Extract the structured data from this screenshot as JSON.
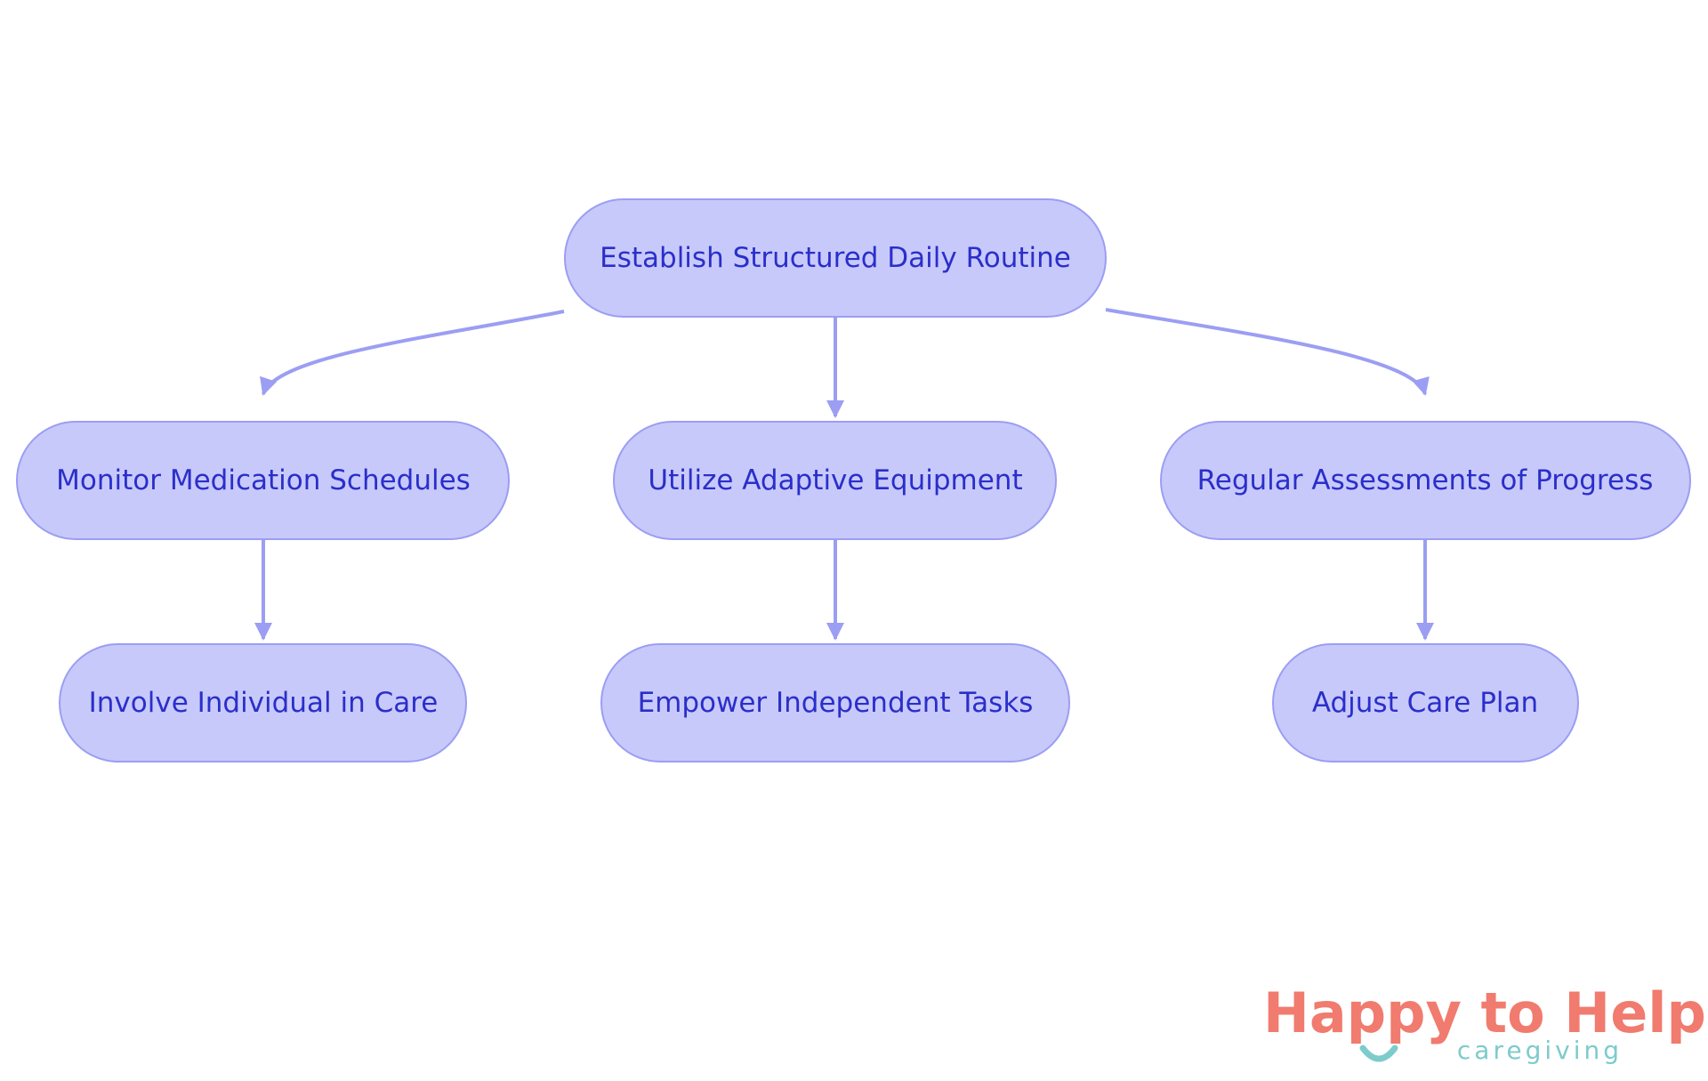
{
  "diagram": {
    "type": "flowchart",
    "colors": {
      "node_fill": "#c8c9fb",
      "node_border": "#9b9ef2",
      "node_text": "#2a2fc9",
      "edge": "#9b9ef2"
    },
    "nodes": [
      {
        "id": "root",
        "label": "Establish Structured Daily Routine"
      },
      {
        "id": "medication",
        "label": "Monitor Medication Schedules"
      },
      {
        "id": "equipment",
        "label": "Utilize Adaptive Equipment"
      },
      {
        "id": "assessments",
        "label": "Regular Assessments of Progress"
      },
      {
        "id": "involve",
        "label": "Involve Individual in Care"
      },
      {
        "id": "empower",
        "label": "Empower Independent Tasks"
      },
      {
        "id": "adjust",
        "label": "Adjust Care Plan"
      }
    ],
    "edges": [
      {
        "from": "root",
        "to": "medication"
      },
      {
        "from": "root",
        "to": "equipment"
      },
      {
        "from": "root",
        "to": "assessments"
      },
      {
        "from": "medication",
        "to": "involve"
      },
      {
        "from": "equipment",
        "to": "empower"
      },
      {
        "from": "assessments",
        "to": "adjust"
      }
    ]
  },
  "logo": {
    "brand_name": "Happy to Help",
    "tagline": "caregiving",
    "colors": {
      "primary": "#f07b6e",
      "accent": "#7ecbcc"
    }
  }
}
